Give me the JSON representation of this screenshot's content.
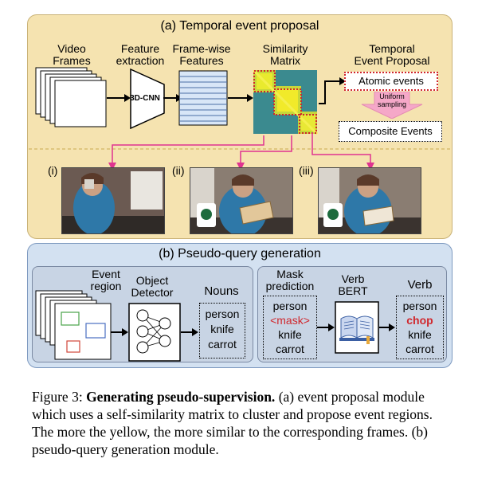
{
  "panel_a": {
    "title": "(a) Temporal event proposal",
    "video_frames": [
      "Video",
      "Frames"
    ],
    "feature_extraction": [
      "Feature",
      "extraction"
    ],
    "cnn_label": "3D-CNN",
    "frame_features": [
      "Frame-wise",
      "Features"
    ],
    "similarity_matrix": [
      "Similarity",
      "Matrix"
    ],
    "temporal_event_proposal": [
      "Temporal",
      "Event Proposal"
    ],
    "atomic_events": "Atomic events",
    "uniform_sampling": [
      "Uniform",
      "sampling"
    ],
    "composite_events": "Composite Events",
    "frame_labels": [
      "(i)",
      "(ii)",
      "(iii)"
    ]
  },
  "panel_b": {
    "title": "(b) Pseudo-query generation",
    "event_region": [
      "Event",
      "region"
    ],
    "object_detector": [
      "Object",
      "Detector"
    ],
    "nouns_title": "Nouns",
    "nouns": [
      "person",
      "knife",
      "carrot"
    ],
    "mask_prediction": [
      "Mask",
      "prediction"
    ],
    "mask_words": [
      "person",
      "<mask>",
      "knife",
      "carrot"
    ],
    "verb_bert": [
      "Verb",
      "BERT"
    ],
    "verb_title": "Verb",
    "verb_words": [
      "person",
      "chop",
      "knife",
      "carrot"
    ]
  },
  "caption": {
    "prefix": "Figure 3: ",
    "bold": "Generating pseudo-supervision.",
    "rest": " (a) event proposal module which uses a self-similarity matrix to cluster and propose event regions. The more the yellow, the more similar to the corresponding frames. (b) pseudo-query generation module."
  },
  "colors": {
    "panel_a_bg": "#f5e3b0",
    "panel_b_bg": "#d3e1f1",
    "accent_magenta": "#e0338f",
    "mask_red": "#d0272d"
  }
}
